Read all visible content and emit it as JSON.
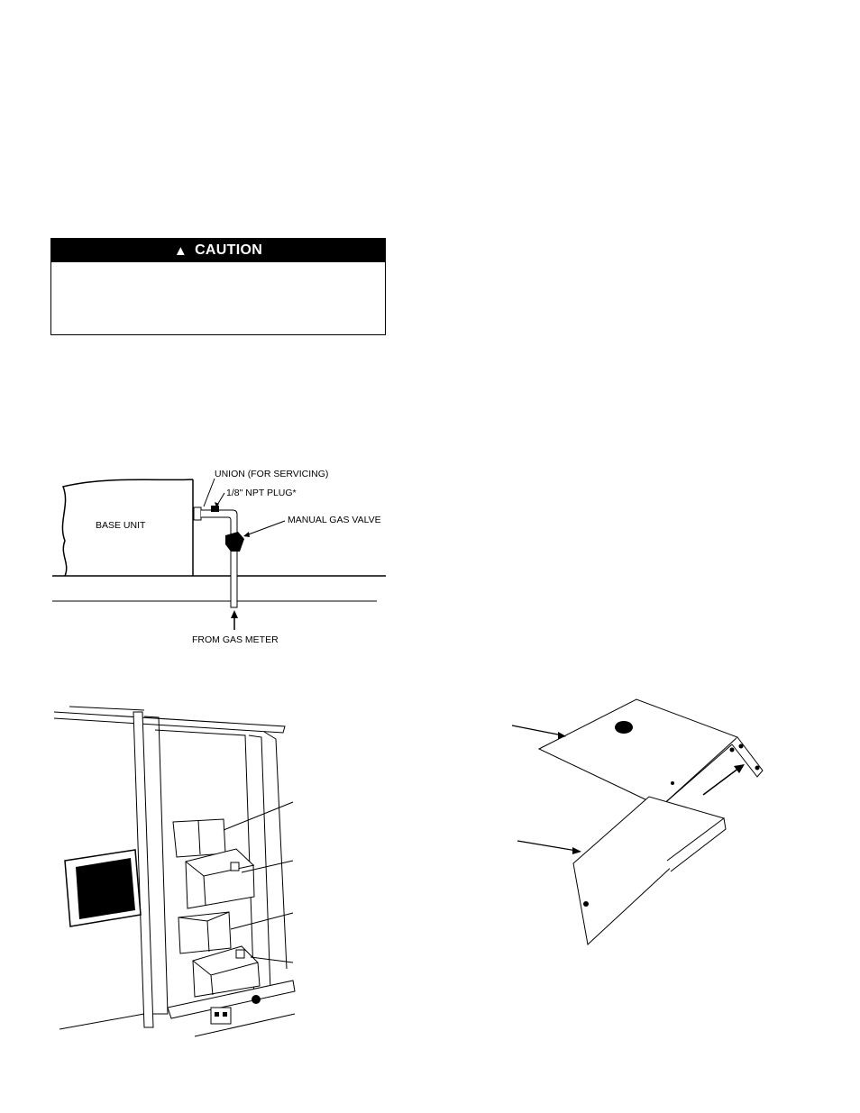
{
  "caution": {
    "title": "CAUTION",
    "icon": "warning-triangle-icon"
  },
  "gas_piping_figure": {
    "base_unit": "BASE UNIT",
    "union": "UNION (FOR SERVICING)",
    "plug": "1/8\" NPT PLUG*",
    "valve": "MANUAL GAS VALVE",
    "meter": "FROM GAS METER"
  }
}
